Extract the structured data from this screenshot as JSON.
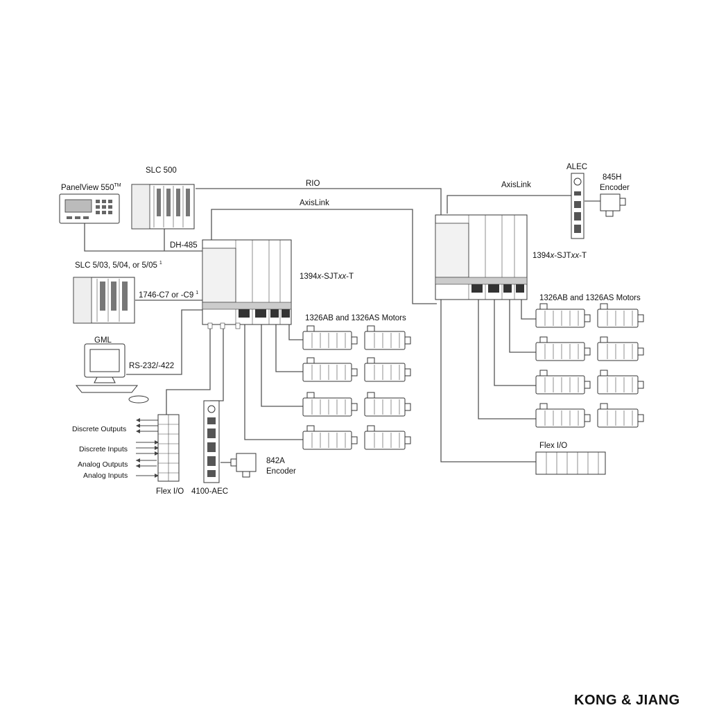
{
  "labels": {
    "panelview": "PanelView 550",
    "panelview_tm": "TM",
    "slc500": "SLC 500",
    "rio": "RIO",
    "axislink_top": "AxisLink",
    "axislink_left": "AxisLink",
    "alec": "ALEC",
    "encoder_845h_1": "845H",
    "encoder_845h_2": "Encoder",
    "dh485": "DH-485",
    "slc5": "SLC 5/03, 5/04, or 5/05",
    "slc5_sup": "1",
    "c7": "1746-C7 or -C9",
    "c7_sup": "1",
    "drive_left_1": "1394",
    "drive_left_2": "x",
    "drive_left_3": "-SJT",
    "drive_left_4": "xx",
    "drive_left_5": "-T",
    "drive_right_1": "1394",
    "drive_right_2": "x",
    "drive_right_3": "-SJT",
    "drive_right_4": "xx",
    "drive_right_5": "-T",
    "motors_left": "1326AB and 1326AS Motors",
    "motors_right": "1326AB and 1326AS Motors",
    "gml": "GML",
    "rs232": "RS-232/-422",
    "discrete_outputs": "Discrete Outputs",
    "discrete_inputs": "Discrete Inputs",
    "analog_outputs": "Analog Outputs",
    "analog_inputs": "Analog Inputs",
    "flexio_left": "Flex I/O",
    "aec": "4100-AEC",
    "encoder_842a_1": "842A",
    "encoder_842a_2": "Encoder",
    "flexio_right": "Flex I/O"
  },
  "watermark": "KONG & JIANG",
  "colors": {
    "line": "#555555",
    "text": "#111111",
    "background": "#ffffff"
  }
}
